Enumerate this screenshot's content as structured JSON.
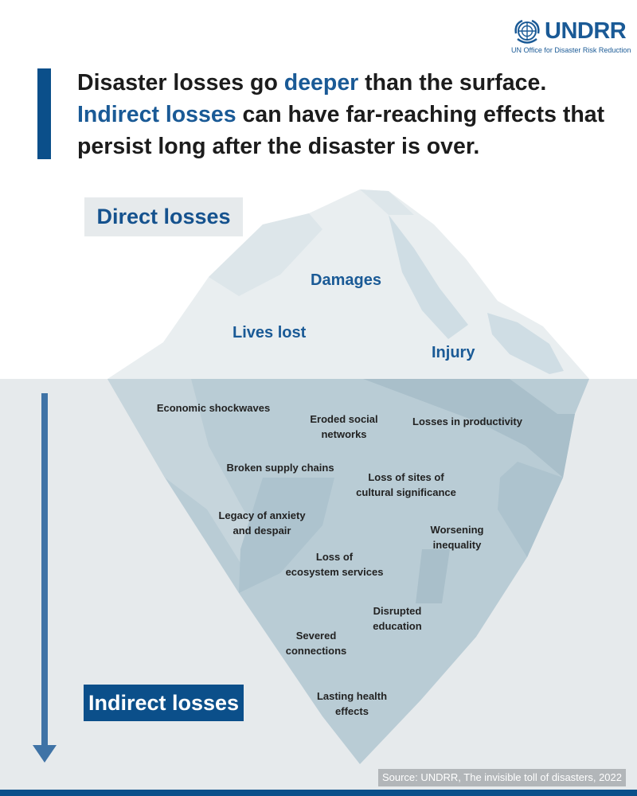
{
  "logo": {
    "name": "UNDRR",
    "subtitle": "UN Office for Disaster Risk Reduction",
    "emblem_icon": "un-emblem-icon"
  },
  "headline": {
    "part1": "Disaster losses go ",
    "highlight1": "deeper",
    "part2": " than the surface.",
    "highlight2": "Indirect losses",
    "part3": " can have far-reaching effects that persist long after the disaster is over."
  },
  "direct": {
    "label": "Direct losses",
    "items": [
      "Damages",
      "Lives lost",
      "Injury"
    ]
  },
  "indirect": {
    "label": "Indirect losses",
    "arrow_icon": "arrow-down-icon",
    "items": [
      {
        "lines": [
          "Economic shockwaves"
        ]
      },
      {
        "lines": [
          "Eroded social",
          "networks"
        ]
      },
      {
        "lines": [
          "Losses in productivity"
        ]
      },
      {
        "lines": [
          "Broken supply chains"
        ]
      },
      {
        "lines": [
          "Loss of sites of",
          "cultural significance"
        ]
      },
      {
        "lines": [
          "Legacy of anxiety",
          "and despair"
        ]
      },
      {
        "lines": [
          "Worsening",
          "inequality"
        ]
      },
      {
        "lines": [
          "Loss of",
          "ecosystem services"
        ]
      },
      {
        "lines": [
          "Disrupted",
          "education"
        ]
      },
      {
        "lines": [
          "Severed",
          "connections"
        ]
      },
      {
        "lines": [
          "Lasting health",
          "effects"
        ]
      }
    ]
  },
  "source": "Source: UNDRR, The invisible toll of disasters, 2022",
  "colors": {
    "brand_blue": "#0b4f8a",
    "text_blue": "#1a5a96",
    "water": "#e6eaec",
    "ice_top": "#e9eef0",
    "ice_shade": "#cfdde4",
    "ice_under": "#b9ccd5",
    "ice_under_shade": "#a9bfca"
  }
}
